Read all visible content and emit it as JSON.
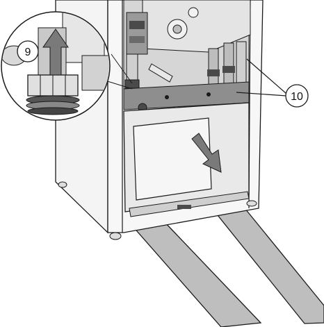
{
  "figure": {
    "callouts": [
      {
        "id": "9",
        "label": "9"
      },
      {
        "id": "10",
        "label": "10"
      }
    ],
    "colors": {
      "outline": "#1a1a1a",
      "cabinet_fill": "#f4f4f4",
      "internals_fill": "#bdbdbd",
      "internals_dark": "#4a4a4a",
      "rails_fill": "#bebebe",
      "arrow_fill": "#7a7a7a",
      "zoom_fill": "#e6e6e6"
    },
    "icons": [
      "up-arrow-icon",
      "pull-out-arrow-icon"
    ]
  }
}
